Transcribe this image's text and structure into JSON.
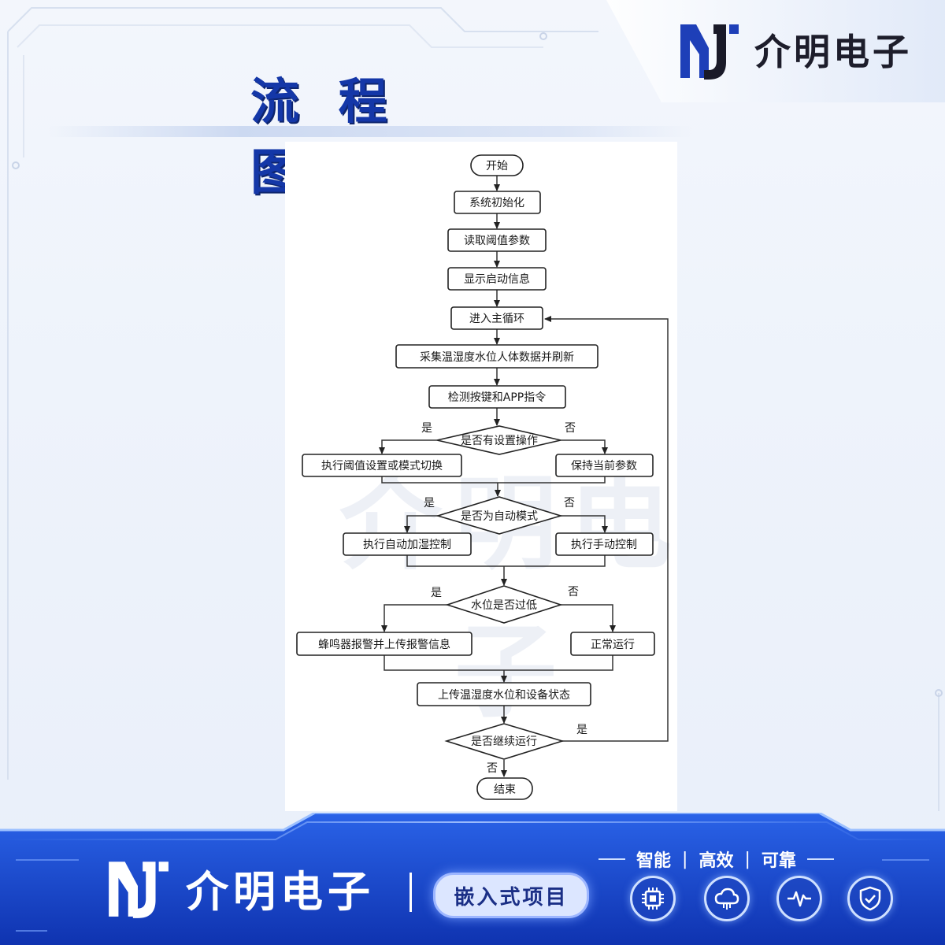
{
  "header": {
    "brand_name": "介明电子",
    "page_title": "流 程 图"
  },
  "watermark": "介明电子",
  "flowchart": {
    "nodes": {
      "start": "开始",
      "init": "系统初始化",
      "read_threshold": "读取阈值参数",
      "show_info": "显示启动信息",
      "main_loop": "进入主循环",
      "collect": "采集温湿度水位人体数据并刷新",
      "detect": "检测按键和APP指令",
      "q_setting": "是否有设置操作",
      "do_setting": "执行阈值设置或模式切换",
      "keep_param": "保持当前参数",
      "q_auto": "是否为自动模式",
      "auto_ctrl": "执行自动加湿控制",
      "manual_ctrl": "执行手动控制",
      "q_water": "水位是否过低",
      "alarm": "蜂鸣器报警并上传报警信息",
      "normal": "正常运行",
      "upload": "上传温湿度水位和设备状态",
      "q_continue": "是否继续运行",
      "end": "结束"
    },
    "labels": {
      "yes": "是",
      "no": "否"
    }
  },
  "footer": {
    "brand_name": "介明电子",
    "badge": "嵌入式项目",
    "tagline": [
      "智能",
      "高效",
      "可靠"
    ],
    "icons": [
      "chip-icon",
      "cloud-icon",
      "pulse-icon",
      "shield-check-icon"
    ]
  },
  "colors": {
    "title_blue": "#1437a8",
    "footer_blue": "#1e4fd6",
    "logo_blue": "#1e3fb8"
  }
}
